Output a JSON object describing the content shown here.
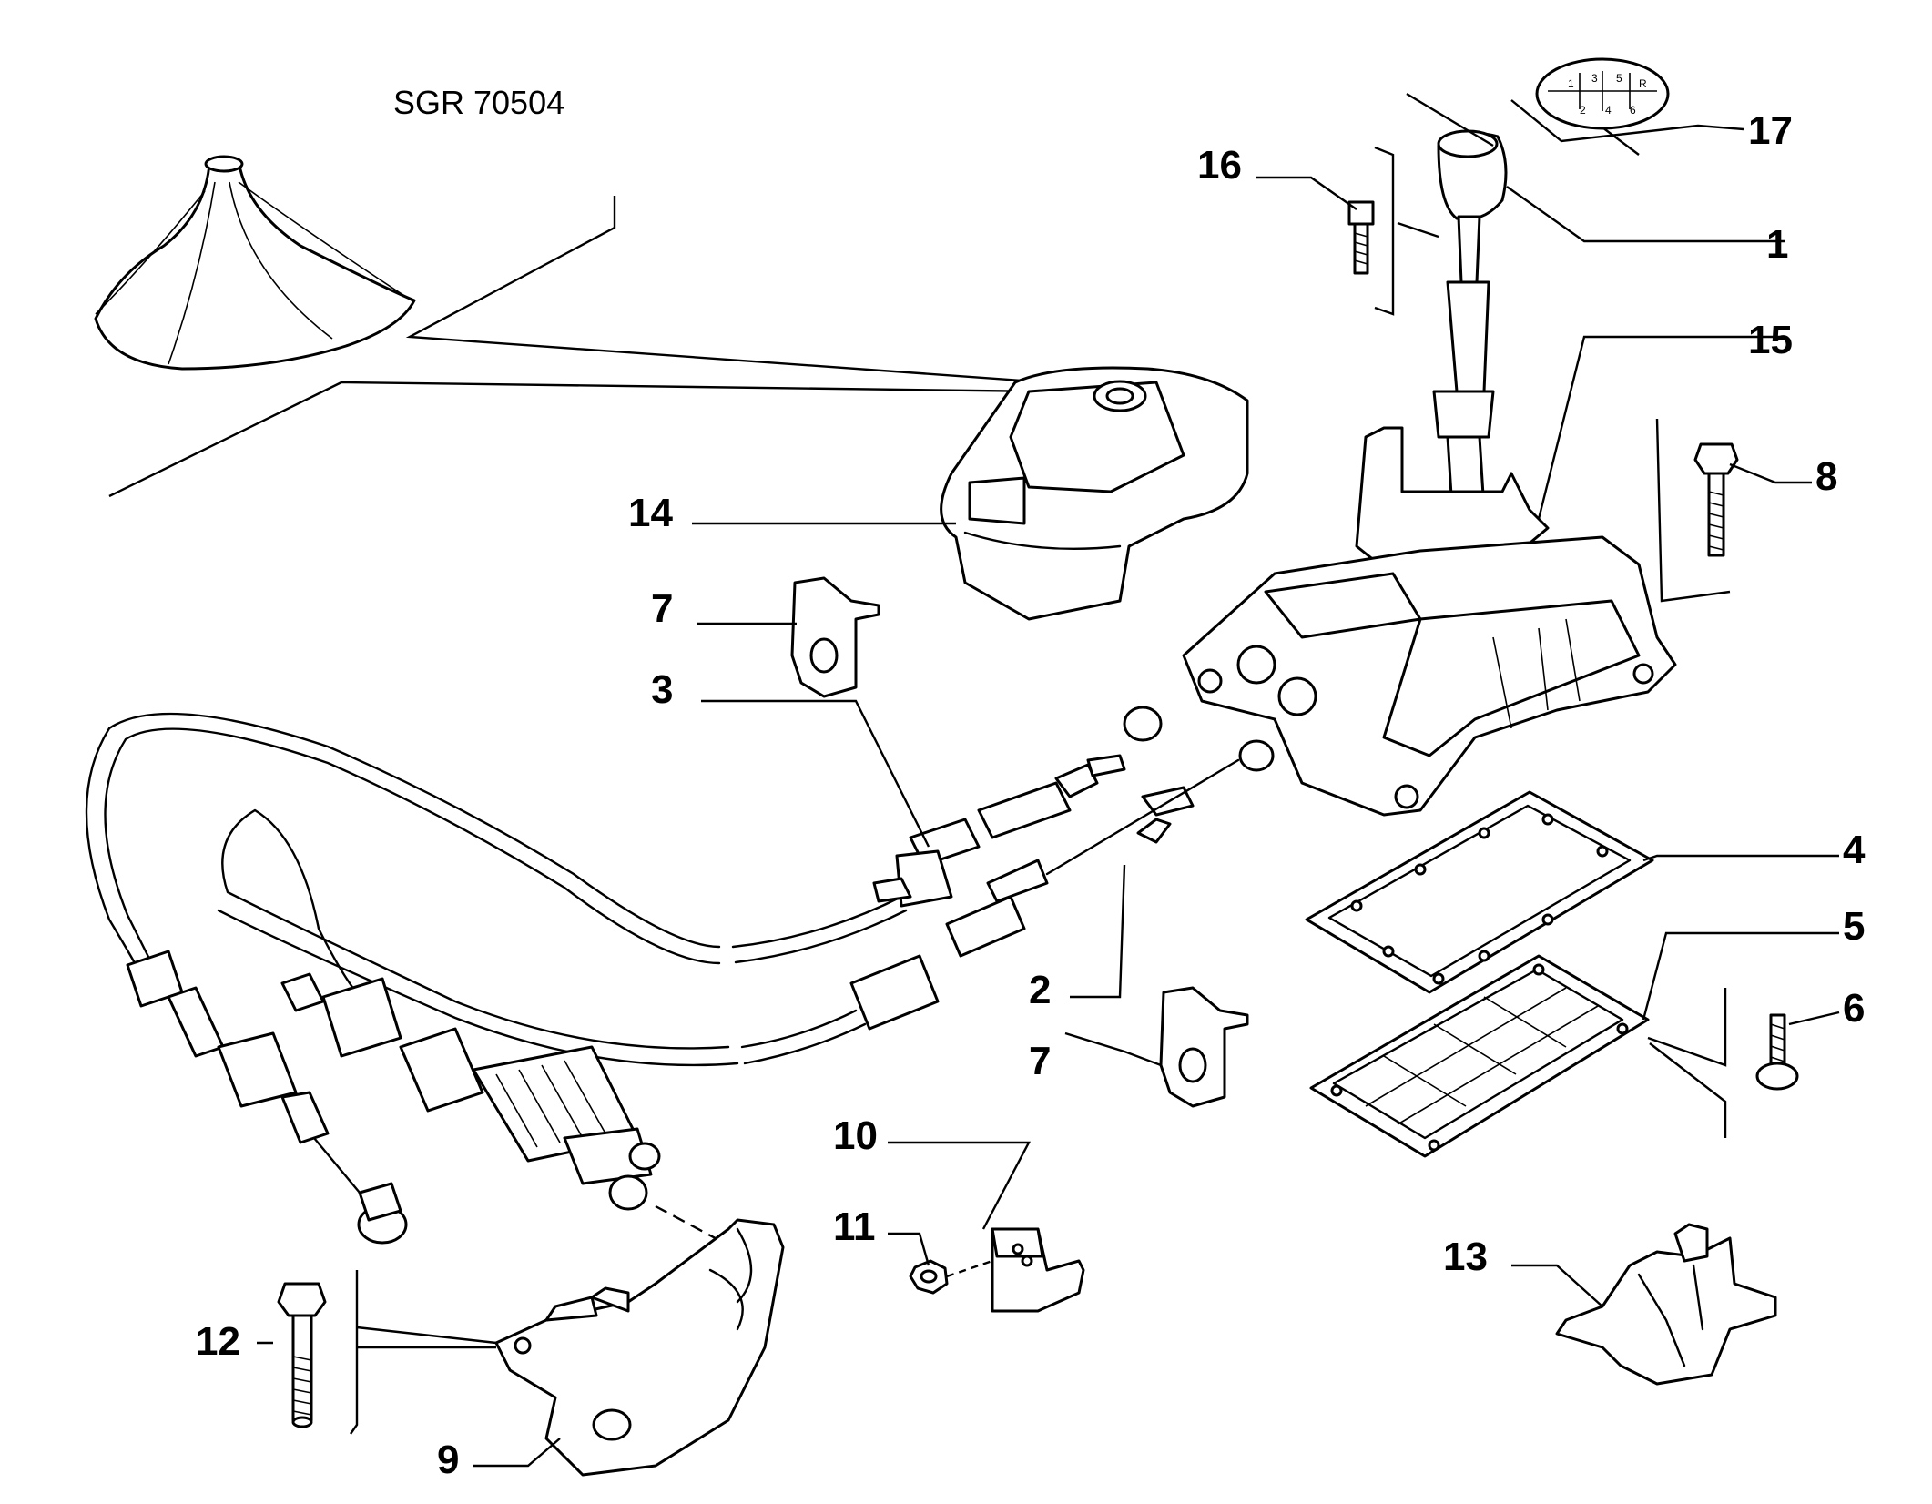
{
  "drawing_code": "SGR 70504",
  "callouts": [
    {
      "id": "c17",
      "label": "17"
    },
    {
      "id": "c16",
      "label": "16"
    },
    {
      "id": "c1",
      "label": "1"
    },
    {
      "id": "c15",
      "label": "15"
    },
    {
      "id": "c8",
      "label": "8"
    },
    {
      "id": "c14",
      "label": "14"
    },
    {
      "id": "c7a",
      "label": "7"
    },
    {
      "id": "c3",
      "label": "3"
    },
    {
      "id": "c4",
      "label": "4"
    },
    {
      "id": "c5",
      "label": "5"
    },
    {
      "id": "c6",
      "label": "6"
    },
    {
      "id": "c2",
      "label": "2"
    },
    {
      "id": "c7b",
      "label": "7"
    },
    {
      "id": "c10",
      "label": "10"
    },
    {
      "id": "c11",
      "label": "11"
    },
    {
      "id": "c13",
      "label": "13"
    },
    {
      "id": "c12",
      "label": "12"
    },
    {
      "id": "c9",
      "label": "9"
    }
  ],
  "knob_pattern": [
    "1",
    "3",
    "5",
    "R",
    "2",
    "4",
    "6"
  ]
}
